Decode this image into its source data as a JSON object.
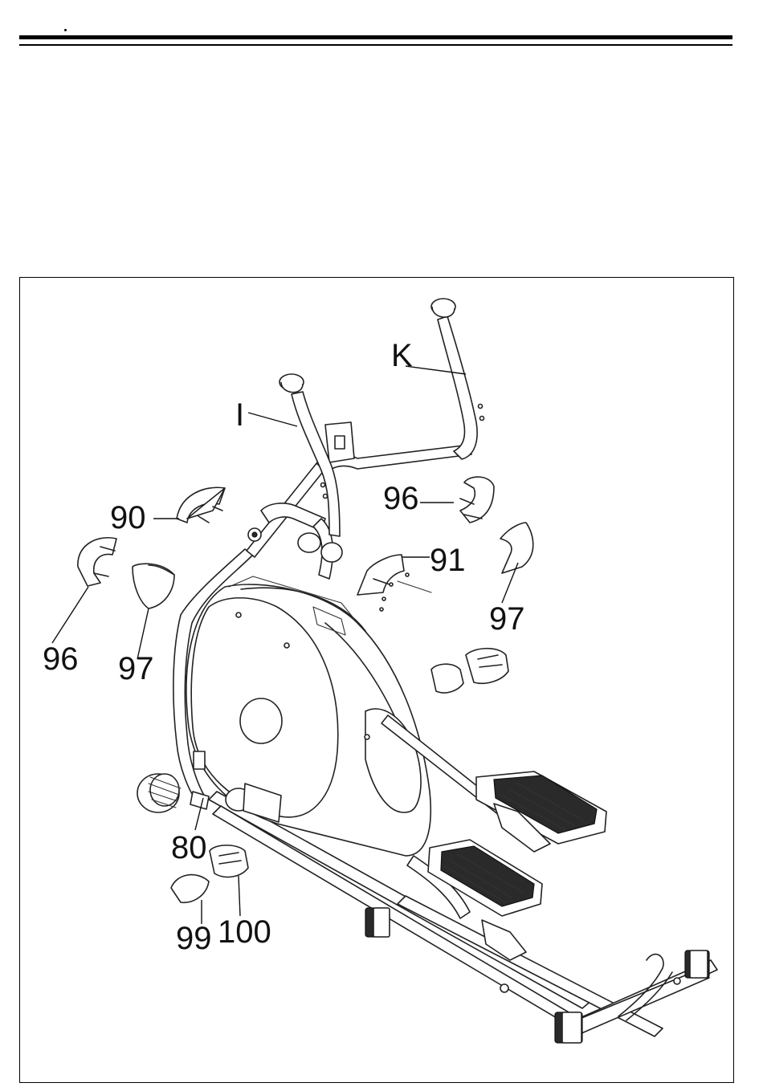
{
  "figure": {
    "labels": {
      "K": "K",
      "I": "I",
      "p90": "90",
      "p96_left": "96",
      "p96_right": "96",
      "p91": "91",
      "p97_left": "97",
      "p97_right": "97",
      "p80": "80",
      "p99": "99",
      "p100": "100"
    }
  }
}
